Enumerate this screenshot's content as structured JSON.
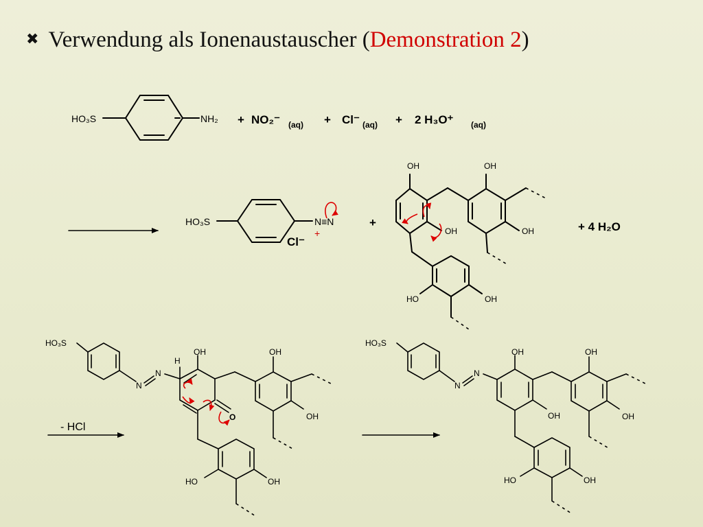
{
  "title": {
    "bullet": "✖",
    "text": "Verwendung als Ionenaustauscher (",
    "accent": "Demonstration 2",
    "close": ")"
  },
  "reactants": {
    "sulfo": "HO₃S",
    "amine": "NH₂",
    "plus1": "+",
    "nitrite": "NO₂⁻",
    "nitrite_phase": "(aq)",
    "plus2": "+",
    "chloride": "Cl⁻",
    "chloride_phase": "(aq)",
    "plus3": "+",
    "hydronium": "2 H₃O⁺",
    "hydronium_phase": "(aq)"
  },
  "step1": {
    "sulfo": "HO₃S",
    "diazo": "N≡N",
    "charge": "+",
    "counterion": "Cl⁻",
    "plus": "+",
    "oh_labels": [
      "OH",
      "OH",
      "OH",
      "OH",
      "HO",
      "OH"
    ],
    "water": "+  4 H₂O"
  },
  "step2": {
    "condition": "- HCl",
    "sulfo": "HO₃S",
    "n1": "N",
    "n2": "N",
    "h": "H",
    "oh_labels": [
      "OH",
      "OH",
      "OH",
      "HO",
      "OH"
    ],
    "carbonyl": "O"
  },
  "product": {
    "sulfo": "HO₃S",
    "n1": "N",
    "n2": "N",
    "oh_labels": [
      "OH",
      "OH",
      "OH",
      "OH",
      "HO",
      "OH"
    ]
  },
  "colors": {
    "accent": "#d00000",
    "arrow_red": "#dd0000",
    "background": "#eeefd9"
  }
}
